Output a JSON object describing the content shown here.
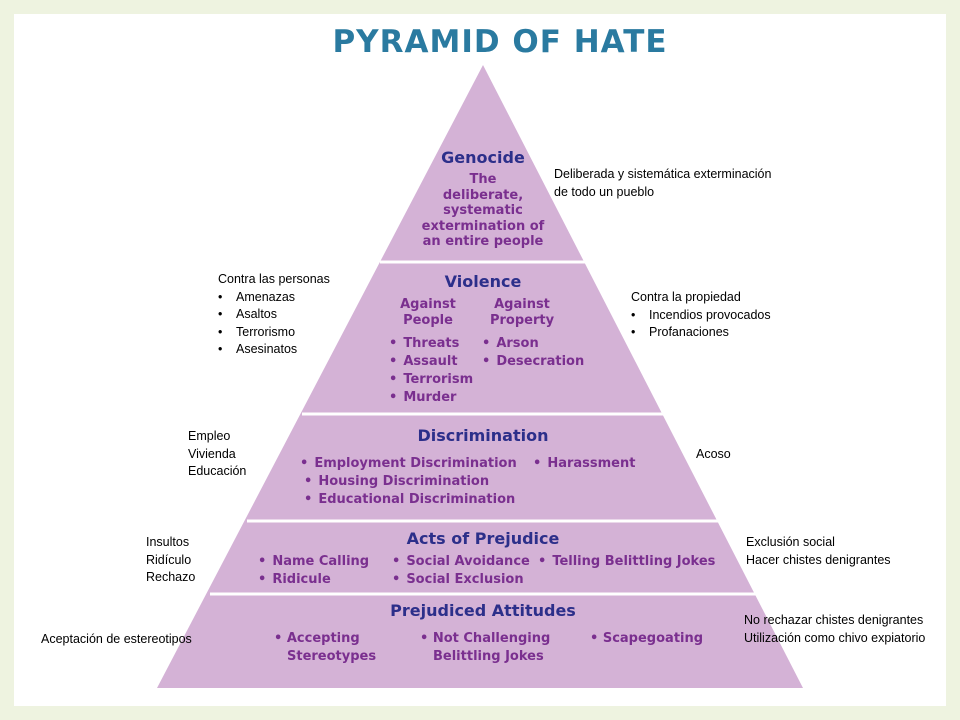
{
  "title": "PYRAMID OF HATE",
  "colors": {
    "pyramid_fill": "#d4b2d6",
    "divider": "#ffffff",
    "title": "#2a7aa0",
    "heading": "#2c2f8a",
    "item": "#7a2f8f"
  },
  "levels": {
    "genocide": {
      "heading": "Genocide",
      "lines": [
        "The",
        "deliberate,",
        "systematic",
        "extermination of",
        "an entire people"
      ]
    },
    "violence": {
      "heading": "Violence",
      "people_label": [
        "Against",
        "People"
      ],
      "people_items": [
        "Threats",
        "Assault",
        "Terrorism",
        "Murder"
      ],
      "property_label": [
        "Against",
        "Property"
      ],
      "property_items": [
        "Arson",
        "Desecration"
      ]
    },
    "discrimination": {
      "heading": "Discrimination",
      "items": [
        "Employment Discrimination",
        "Housing Discrimination",
        "Educational Discrimination"
      ],
      "items_right": [
        "Harassment"
      ]
    },
    "prejudice": {
      "heading": "Acts of Prejudice",
      "col1": [
        "Name Calling",
        "Ridicule"
      ],
      "col2": [
        "Social Avoidance",
        "Social Exclusion"
      ],
      "col3": [
        "Telling Belittling Jokes"
      ]
    },
    "attitudes": {
      "heading": "Prejudiced Attitudes",
      "col1": [
        "Accepting",
        "Stereotypes"
      ],
      "col2": [
        "Not Challenging",
        "Belittling Jokes"
      ],
      "col3": [
        "Scapegoating"
      ]
    }
  },
  "annotations": {
    "genocide_right": [
      "Deliberada y sistemática exterminación",
      "de todo un pueblo"
    ],
    "violence_left": {
      "title": "Contra las personas",
      "items": [
        "Amenazas",
        "Asaltos",
        "Terrorismo",
        "Asesinatos"
      ]
    },
    "violence_right": {
      "title": "Contra la propiedad",
      "items": [
        "Incendios provocados",
        "Profanaciones"
      ]
    },
    "discrimination_left": [
      "Empleo",
      "Vivienda",
      "Educación"
    ],
    "discrimination_right": [
      "Acoso"
    ],
    "prejudice_left": [
      "Insultos",
      "Ridículo",
      "Rechazo"
    ],
    "prejudice_right": [
      "Exclusión social",
      "Hacer chistes denigrantes"
    ],
    "attitudes_left": [
      "Aceptación de estereotipos"
    ],
    "attitudes_right": [
      "No rechazar chistes denigrantes",
      "Utilización como chivo expiatorio"
    ]
  }
}
